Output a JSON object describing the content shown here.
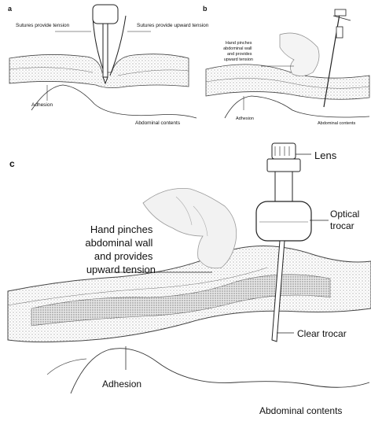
{
  "panels": {
    "a": {
      "letter": "a",
      "labels": {
        "sutures_tension": "Sutures provide tension",
        "sutures_upward": "Sutures provide upward tension",
        "adhesion": "Adhesion",
        "abdominal_contents": "Abdominal contents"
      }
    },
    "b": {
      "letter": "b",
      "labels": {
        "hand_pinches": [
          "Hand pinches",
          "abdominal wall",
          "and provides",
          "upward tension"
        ],
        "adhesion": "Adhesion",
        "abdominal_contents": "Abdominal contents"
      }
    },
    "c": {
      "letter": "c",
      "labels": {
        "lens": "Lens",
        "optical_trocar": [
          "Optical",
          "trocar"
        ],
        "hand_pinches": [
          "Hand pinches",
          "abdominal wall",
          "and provides",
          "upward tension"
        ],
        "clear_trocar": "Clear trocar",
        "adhesion": "Adhesion",
        "abdominal_contents": "Abdominal contents"
      }
    }
  }
}
